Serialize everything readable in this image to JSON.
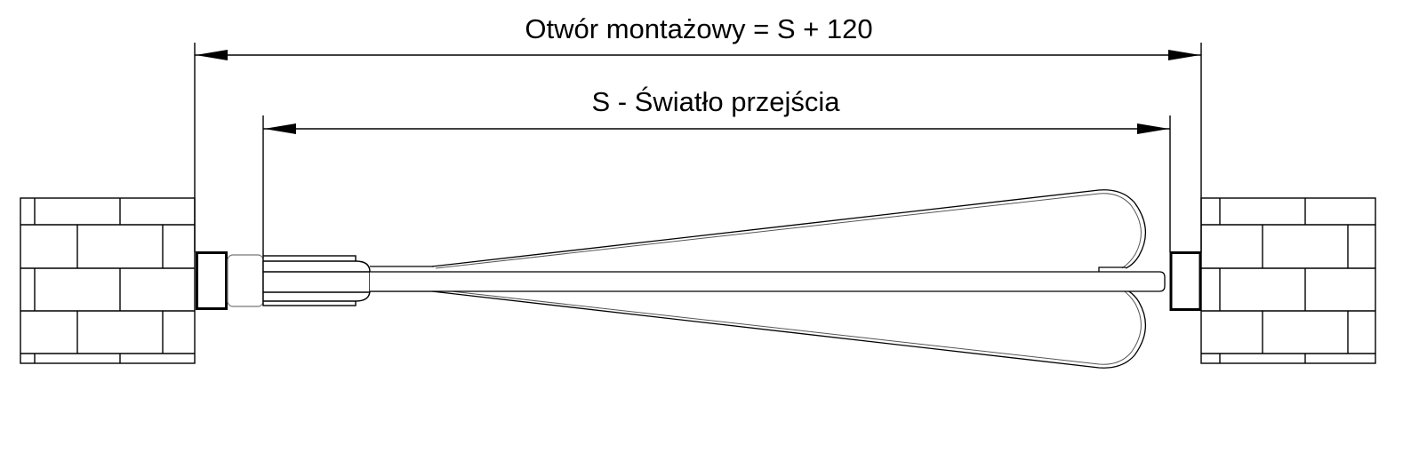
{
  "drawing": {
    "title": "Folding door installation opening diagram",
    "line_color": "#000000",
    "background": "#ffffff"
  },
  "dimensions": {
    "outer": {
      "label": "Otwór montażowy = S + 120"
    },
    "inner": {
      "label": "S - Światło przejścia"
    }
  },
  "components": {
    "left_wall": "brick-wall",
    "right_wall": "brick-wall",
    "left_frame": "door-frame-profile",
    "right_frame": "door-frame-profile",
    "door": "folding-door-leaf"
  }
}
